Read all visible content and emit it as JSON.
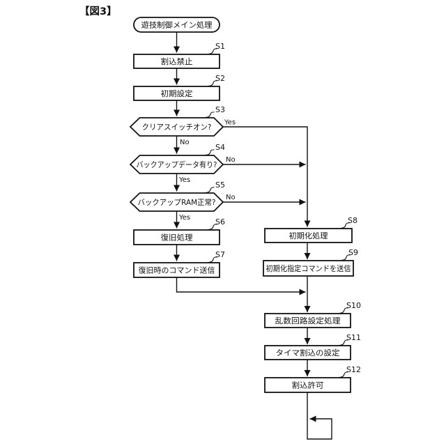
{
  "figure": {
    "tag": "【図3】"
  },
  "nodes": {
    "start": {
      "label": "遊技制御メイン処理"
    },
    "s1": {
      "step": "S1",
      "label": "割込禁止"
    },
    "s2": {
      "step": "S2",
      "label": "初期設定"
    },
    "s3": {
      "step": "S3",
      "label": "クリアスイッチオン?"
    },
    "s4": {
      "step": "S4",
      "label": "バックアップデータ有り?"
    },
    "s5": {
      "step": "S5",
      "label": "バックアップRAM正常?"
    },
    "s6": {
      "step": "S6",
      "label": "復旧処理"
    },
    "s7": {
      "step": "S7",
      "label": "復旧時のコマンド送信"
    },
    "s8": {
      "step": "S8",
      "label": "初期化処理"
    },
    "s9": {
      "step": "S9",
      "label": "初期化指定コマンドを送信"
    },
    "s10": {
      "step": "S10",
      "label": "乱数回路設定処理"
    },
    "s11": {
      "step": "S11",
      "label": "タイマ割込の設定"
    },
    "s12": {
      "step": "S12",
      "label": "割込許可"
    }
  },
  "branches": {
    "s3_yes": "Yes",
    "s3_no": "No",
    "s4_yes": "Yes",
    "s4_no": "No",
    "s5_yes": "Yes",
    "s5_no": "No"
  },
  "colors": {
    "line": "#111111",
    "background": "#ffffff"
  }
}
